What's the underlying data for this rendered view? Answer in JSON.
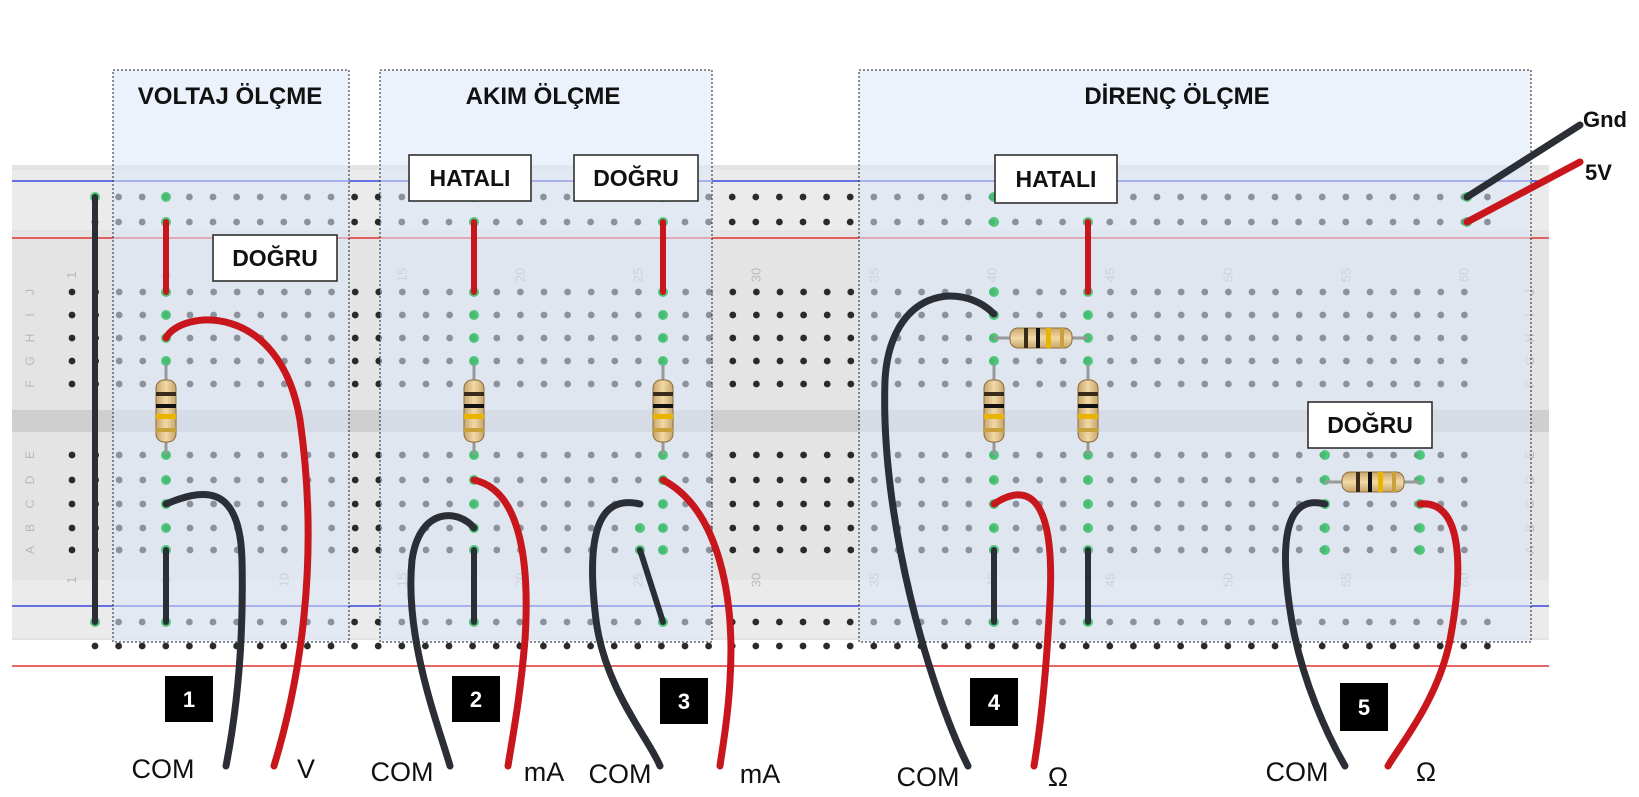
{
  "sections": {
    "voltage": "VOLTAJ ÖLÇME",
    "current": "AKIM ÖLÇME",
    "resistance": "DİRENÇ ÖLÇME"
  },
  "verdicts": {
    "v1": "DOĞRU",
    "v2": "HATALI",
    "v3": "DOĞRU",
    "v4": "HATALI",
    "v5": "DOĞRU"
  },
  "numbers": {
    "n1": "1",
    "n2": "2",
    "n3": "3",
    "n4": "4",
    "n5": "5"
  },
  "probes": {
    "p1_com": "COM",
    "p1_v": "V",
    "p2_com": "COM",
    "p2_ma": "mA",
    "p3_com": "COM",
    "p3_ma": "mA",
    "p4_com": "COM",
    "p4_ohm": "Ω",
    "p5_com": "COM",
    "p5_ohm": "Ω"
  },
  "supply": {
    "gnd": "Gnd",
    "vcc": "5V"
  },
  "board": {
    "column_numbers": [
      "1",
      "5",
      "10",
      "15",
      "20",
      "25",
      "30",
      "35",
      "40",
      "45",
      "50",
      "55",
      "60"
    ],
    "row_letters_top": [
      "J",
      "I",
      "H",
      "G",
      "F"
    ],
    "row_letters_bottom": [
      "E",
      "D",
      "C",
      "B",
      "A"
    ]
  },
  "colors": {
    "wire_red": "#c8161c",
    "wire_black": "#2b2f35",
    "rail_blue": "#3b47e0",
    "rail_red": "#e23434",
    "highlight_green": "#39c26a",
    "section_fill": "#dbe7f7"
  }
}
